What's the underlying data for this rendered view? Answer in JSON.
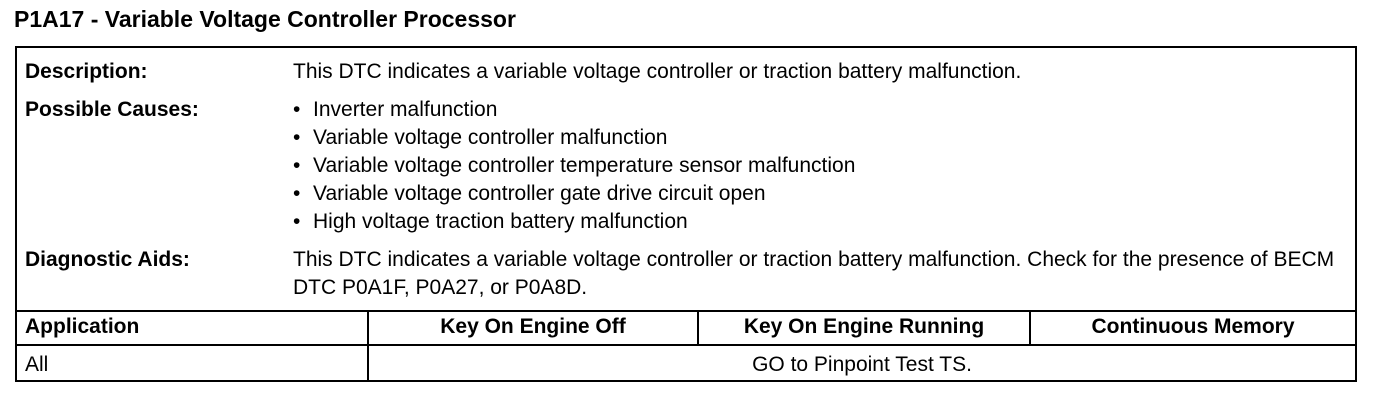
{
  "title": "P1A17 - Variable Voltage Controller Processor",
  "description": {
    "label": "Description:",
    "text": "This DTC indicates a variable voltage controller or traction battery malfunction."
  },
  "possible_causes": {
    "label": "Possible Causes:",
    "bullet": "•",
    "items": [
      "Inverter malfunction",
      "Variable voltage controller malfunction",
      "Variable voltage controller temperature sensor malfunction",
      "Variable voltage controller gate drive circuit open",
      "High voltage traction battery malfunction"
    ]
  },
  "diagnostic_aids": {
    "label": "Diagnostic Aids:",
    "text": "This DTC indicates a variable voltage controller or traction battery malfunction. Check for the presence of BECM DTC P0A1F, P0A27, or P0A8D."
  },
  "table": {
    "headers": [
      "Application",
      "Key On Engine Off",
      "Key On Engine Running",
      "Continuous Memory"
    ],
    "row": {
      "application": "All",
      "action": "GO to Pinpoint Test TS."
    }
  }
}
